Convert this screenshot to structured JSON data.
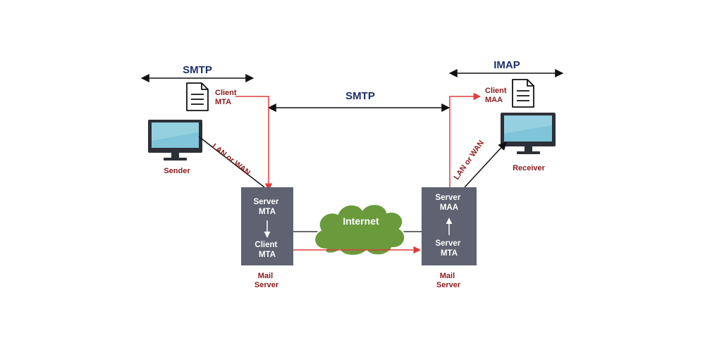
{
  "protocols": {
    "left": "SMTP",
    "middle": "SMTP",
    "right": "IMAP"
  },
  "sender": {
    "label": "Sender",
    "link": "LAN or WAN"
  },
  "receiver": {
    "label": "Receiver",
    "link": "LAN or WAN"
  },
  "client_mta": {
    "line1": "Client",
    "line2": "MTA"
  },
  "client_maa": {
    "line1": "Client",
    "line2": "MAA"
  },
  "left_server": {
    "top_line1": "Server",
    "top_line2": "MTA",
    "bottom_line1": "Client",
    "bottom_line2": "MTA",
    "caption_line1": "Mail",
    "caption_line2": "Server"
  },
  "right_server": {
    "top_line1": "Server",
    "top_line2": "MAA",
    "bottom_line1": "Server",
    "bottom_line2": "MTA",
    "caption_line1": "Mail",
    "caption_line2": "Server"
  },
  "internet": "Internet",
  "colors": {
    "protocol_text": "#1f2f6b",
    "red_text": "#8b1a1a",
    "red_arrow": "#e03a3a",
    "server_box": "#5f6270",
    "cloud": "#6a9a3c",
    "monitor_screen": "#7fc4d8"
  }
}
